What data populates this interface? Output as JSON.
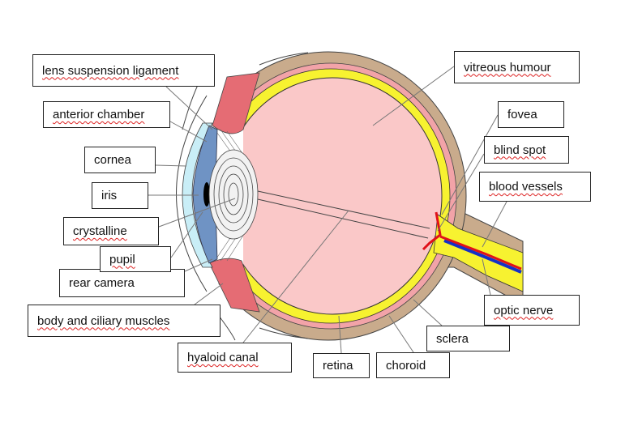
{
  "colors": {
    "sclera": "#c9ab8c",
    "choroid": "#f2a3a8",
    "retina": "#f7f230",
    "vitreous": "#fac8c8",
    "iris": "#6f93c4",
    "cornea": "#c9eef7",
    "ciliary": "#e56c74",
    "artery": "#e0101a",
    "vein": "#1530c8"
  },
  "labels": {
    "lens_suspension_ligament": "lens suspension ligament",
    "anterior_chamber": "anterior chamber",
    "cornea": "cornea",
    "iris": "iris",
    "crystalline": "crystalline",
    "pupil": "pupil",
    "rear_camera": "rear camera",
    "body_ciliary_muscles": "body and ciliary muscles",
    "hyaloid_canal": "hyaloid canal",
    "retina": "retina",
    "choroid": "choroid",
    "sclera": "sclera",
    "vitreous_humour": "vitreous humour",
    "fovea": "fovea",
    "blind_spot": "blind spot",
    "blood_vessels": "blood vessels",
    "optic_nerve": "optic nerve"
  }
}
